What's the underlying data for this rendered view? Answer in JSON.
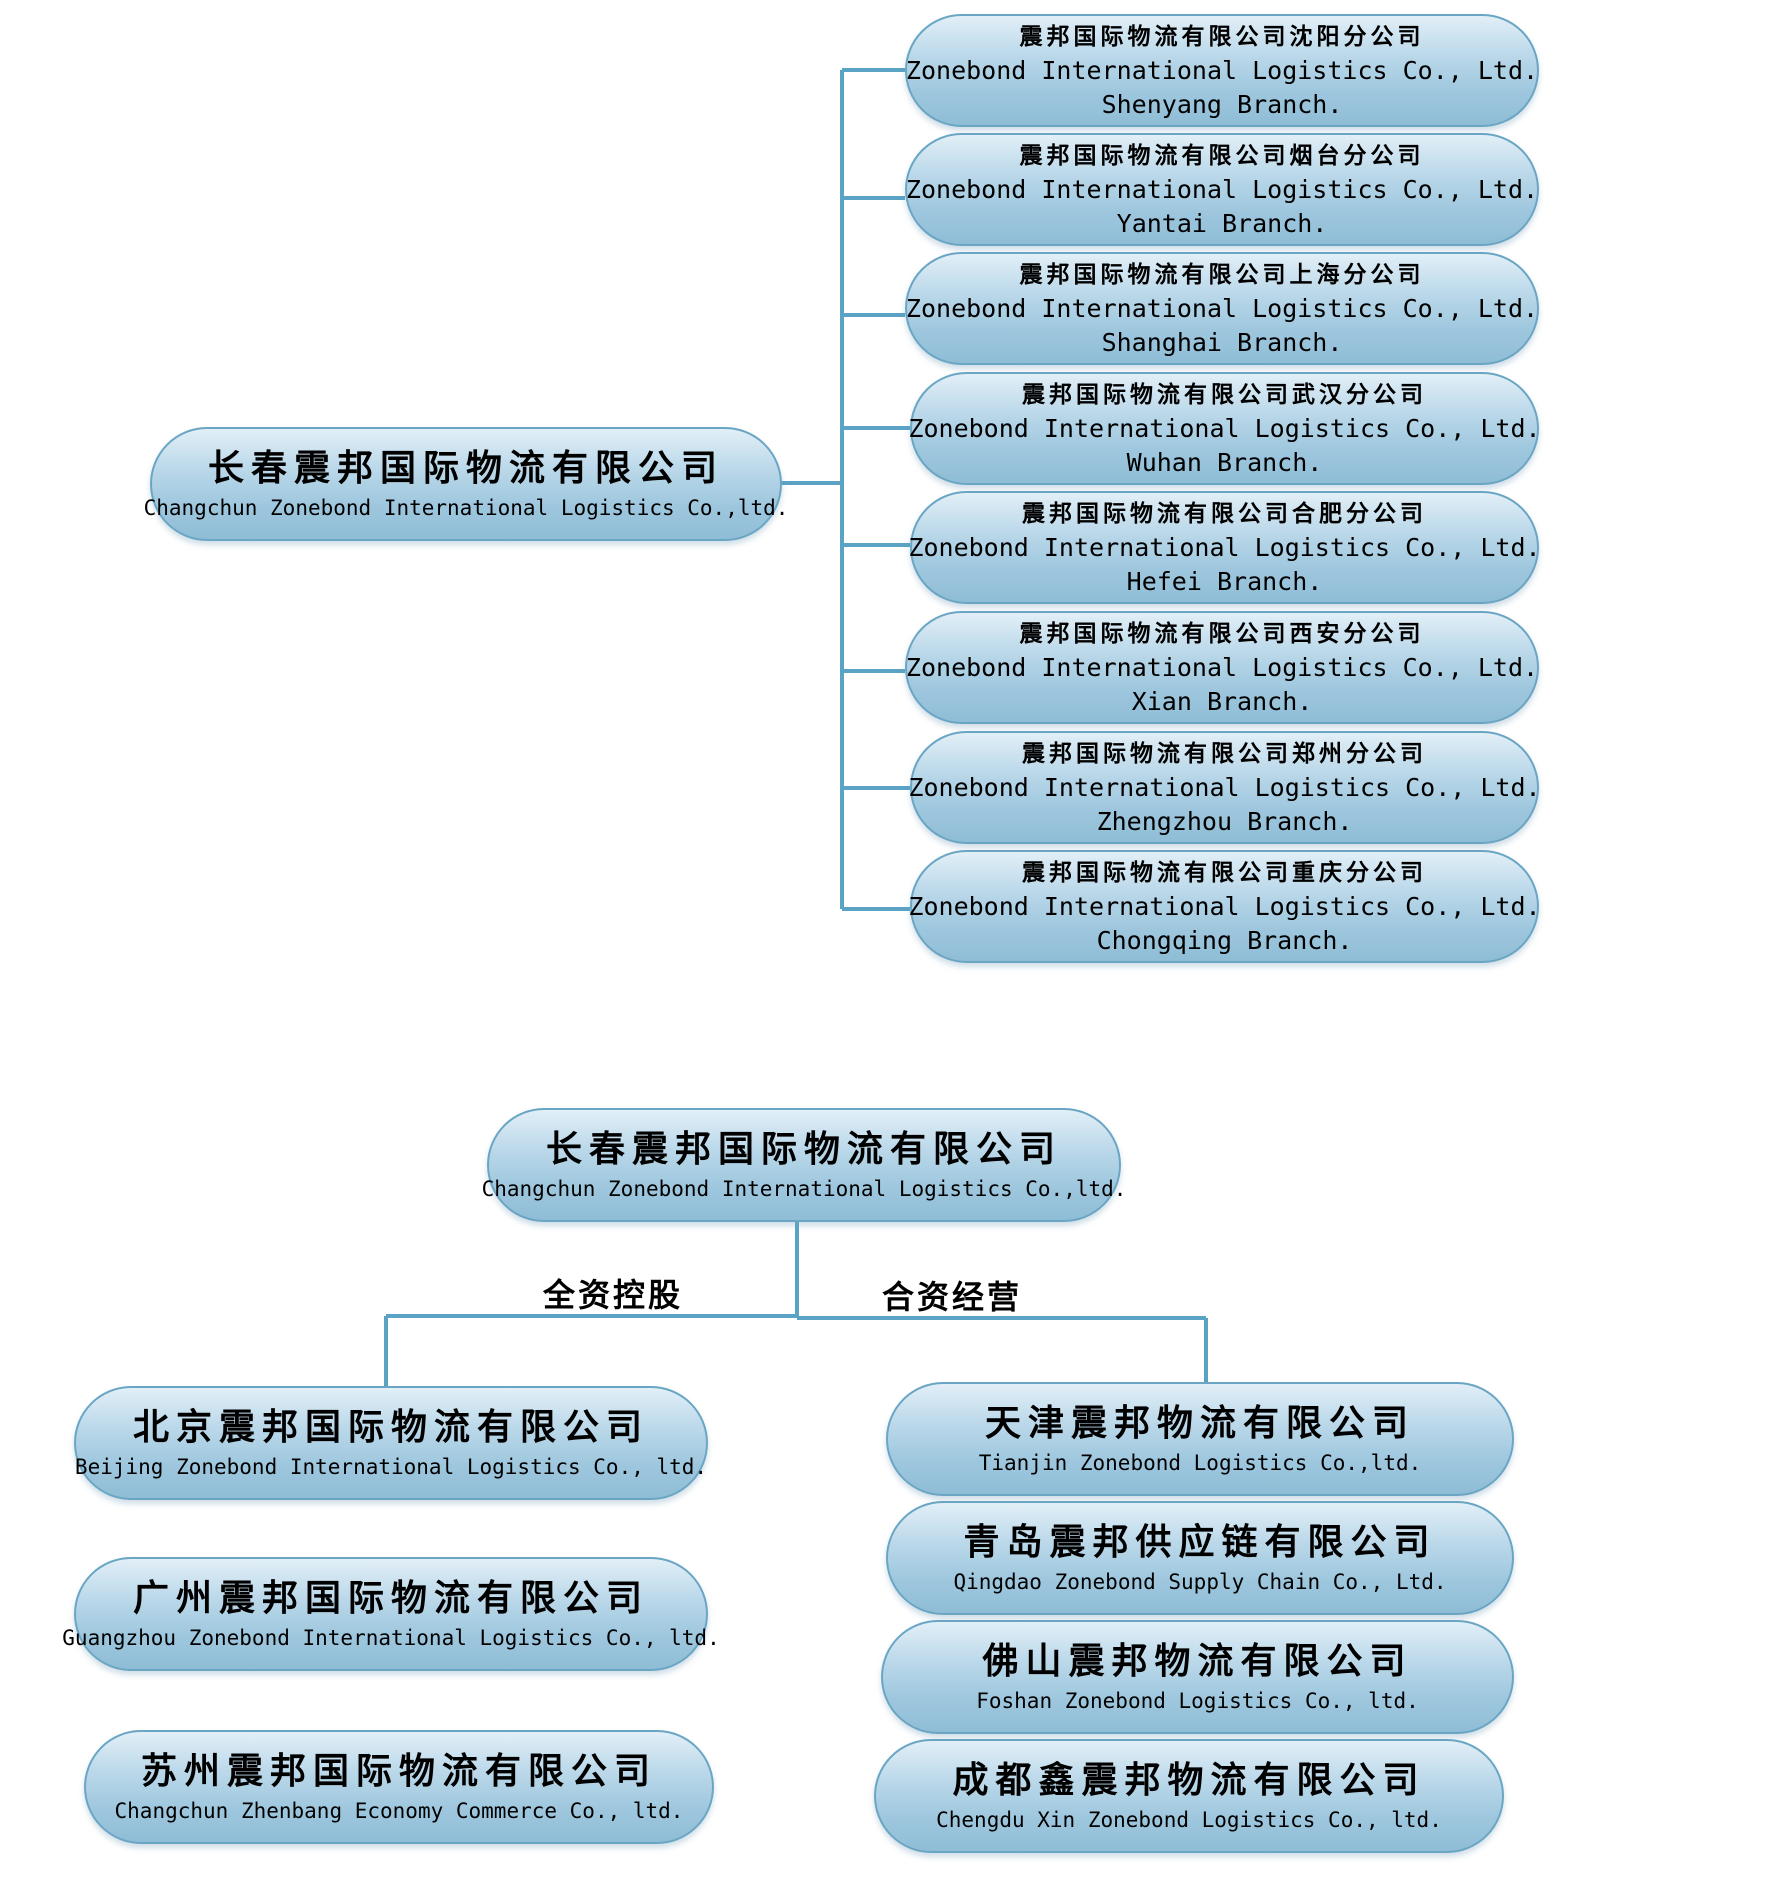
{
  "diagram1": {
    "root": {
      "cn": "长春震邦国际物流有限公司",
      "en": "Changchun Zonebond International Logistics Co.,ltd."
    },
    "branches": [
      {
        "cn": "震邦国际物流有限公司沈阳分公司",
        "en": "Zonebond International Logistics Co., Ltd.",
        "branch": "Shenyang Branch."
      },
      {
        "cn": "震邦国际物流有限公司烟台分公司",
        "en": "Zonebond International Logistics Co., Ltd.",
        "branch": "Yantai Branch."
      },
      {
        "cn": "震邦国际物流有限公司上海分公司",
        "en": "Zonebond International Logistics Co., Ltd.",
        "branch": "Shanghai Branch."
      },
      {
        "cn": "震邦国际物流有限公司武汉分公司",
        "en": "Zonebond International Logistics Co., Ltd.",
        "branch": "Wuhan Branch."
      },
      {
        "cn": "震邦国际物流有限公司合肥分公司",
        "en": "Zonebond International Logistics Co., Ltd.",
        "branch": "Hefei Branch."
      },
      {
        "cn": "震邦国际物流有限公司西安分公司",
        "en": "Zonebond International Logistics Co., Ltd.",
        "branch": "Xian Branch."
      },
      {
        "cn": "震邦国际物流有限公司郑州分公司",
        "en": "Zonebond International Logistics Co., Ltd.",
        "branch": "Zhengzhou Branch."
      },
      {
        "cn": "震邦国际物流有限公司重庆分公司",
        "en": "Zonebond International Logistics Co., Ltd.",
        "branch": "Chongqing Branch."
      }
    ]
  },
  "diagram2": {
    "root": {
      "cn": "长春震邦国际物流有限公司",
      "en": "Changchun Zonebond International Logistics Co.,ltd."
    },
    "left_label": "全资控股",
    "right_label": "合资经营",
    "left": [
      {
        "cn": "北京震邦国际物流有限公司",
        "en": "Beijing Zonebond International Logistics Co., ltd."
      },
      {
        "cn": "广州震邦国际物流有限公司",
        "en": "Guangzhou Zonebond International Logistics Co., ltd."
      },
      {
        "cn": "苏州震邦国际物流有限公司",
        "en": "Changchun Zhenbang Economy Commerce Co., ltd."
      }
    ],
    "right": [
      {
        "cn": "天津震邦物流有限公司",
        "en": "Tianjin Zonebond Logistics Co.,ltd."
      },
      {
        "cn": "青岛震邦供应链有限公司",
        "en": "Qingdao Zonebond Supply Chain Co., Ltd."
      },
      {
        "cn": "佛山震邦物流有限公司",
        "en": "Foshan Zonebond Logistics Co., ltd."
      },
      {
        "cn": "成都鑫震邦物流有限公司",
        "en": "Chengdu Xin Zonebond Logistics Co., ltd."
      }
    ]
  },
  "colors": {
    "connector": "#5aa3c4",
    "node_border": "#6aa6c4"
  }
}
